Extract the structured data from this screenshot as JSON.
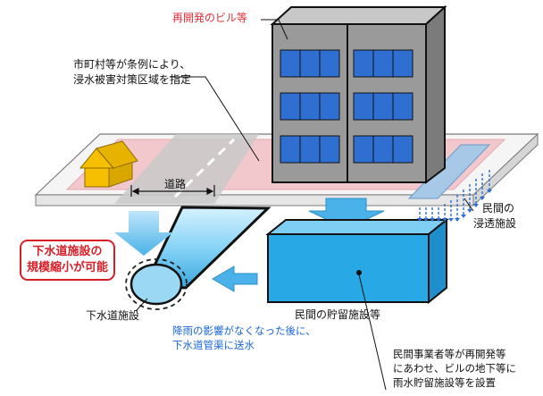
{
  "labels": {
    "redevelop_building": "再開発のビル等",
    "city_line1": "市町村等が条例により、",
    "city_line2": "浸水被害対策区域を指定",
    "road": "道路",
    "sewer_callout_line1": "下水道施設の",
    "sewer_callout_line2": "規模縮小が可能",
    "sewer_facility": "下水道施設",
    "private_storage": "民間の貯留施設等",
    "infiltration_line1": "民間の",
    "infiltration_line2": "浸透施設",
    "after_rain_line1": "降雨の影響がなくなった後に、",
    "after_rain_line2": "下水道管渠に送水",
    "private_note_line1": "民間事業者等が再開発等",
    "private_note_line2": "にあわせ、ビルの地下等に",
    "private_note_line3": "雨水貯留施設等を設置"
  },
  "colors": {
    "accent_red": "#d71f28",
    "accent_blue": "#1a66d8",
    "storage_fill": "#29a8e6",
    "zone_pink": "#f2c8cc",
    "building_gray": "#9a9a9a",
    "window_blue": "#2f6fd1",
    "house_yellow": "#f6c000"
  }
}
